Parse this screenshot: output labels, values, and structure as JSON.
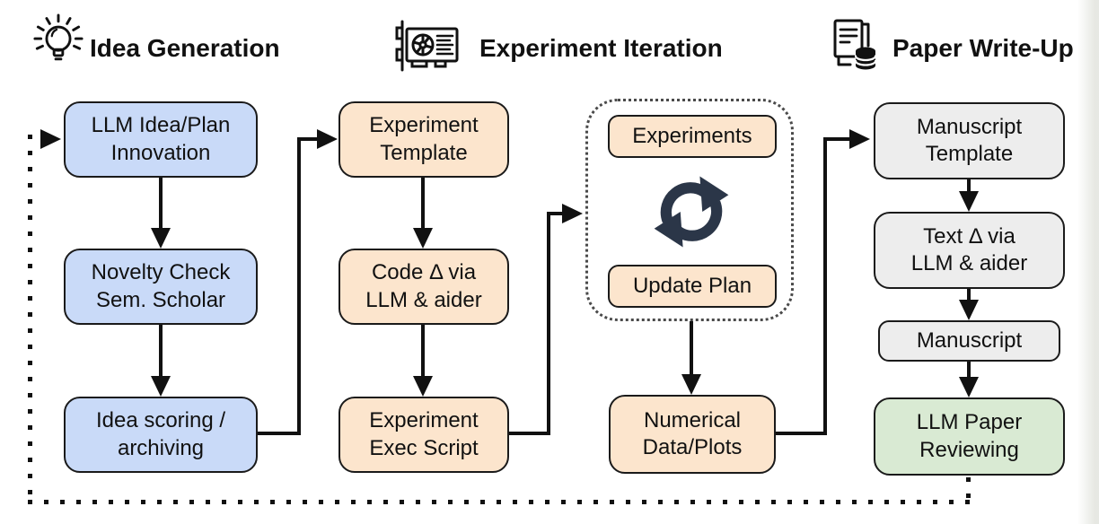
{
  "colors": {
    "node_blue": "#c9daf8",
    "node_tan": "#fce5cd",
    "node_gray": "#ededed",
    "node_green": "#d9ead3",
    "node_border": "#1a1a1a",
    "connector": "#111111",
    "cycle_icon": "#2b3648",
    "dotted_container_border": "#4a4a4a",
    "feedback_dots": "#111111"
  },
  "sections": [
    {
      "title": "Idea Generation",
      "icon": "lightbulb-icon"
    },
    {
      "title": "Experiment Iteration",
      "icon": "gpu-icon"
    },
    {
      "title": "Paper Write-Up",
      "icon": "paper-database-icon"
    }
  ],
  "nodes": {
    "llm_idea_plan": {
      "line1": "LLM Idea/Plan",
      "line2": "Innovation",
      "color": "blue"
    },
    "novelty_check": {
      "line1": "Novelty Check",
      "line2": "Sem. Scholar",
      "color": "blue"
    },
    "idea_scoring": {
      "line1": "Idea scoring /",
      "line2": "archiving",
      "color": "blue"
    },
    "experiment_template": {
      "line1": "Experiment",
      "line2": "Template",
      "color": "tan"
    },
    "code_delta": {
      "line1": "Code Δ via",
      "line2": "LLM & aider",
      "color": "tan"
    },
    "experiment_exec": {
      "line1": "Experiment",
      "line2": "Exec Script",
      "color": "tan"
    },
    "experiments": {
      "line1": "Experiments",
      "color": "tan"
    },
    "update_plan": {
      "line1": "Update Plan",
      "color": "tan"
    },
    "numerical_data": {
      "line1": "Numerical",
      "line2": "Data/Plots",
      "color": "tan"
    },
    "manuscript_template": {
      "line1": "Manuscript",
      "line2": "Template",
      "color": "gray"
    },
    "text_delta": {
      "line1": "Text Δ via",
      "line2": "LLM & aider",
      "color": "gray"
    },
    "manuscript": {
      "line1": "Manuscript",
      "color": "gray"
    },
    "llm_paper_reviewing": {
      "line1": "LLM Paper",
      "line2": "Reviewing",
      "color": "green"
    }
  },
  "icons": [
    "lightbulb-icon",
    "gpu-icon",
    "paper-database-icon",
    "cycle-icon"
  ]
}
